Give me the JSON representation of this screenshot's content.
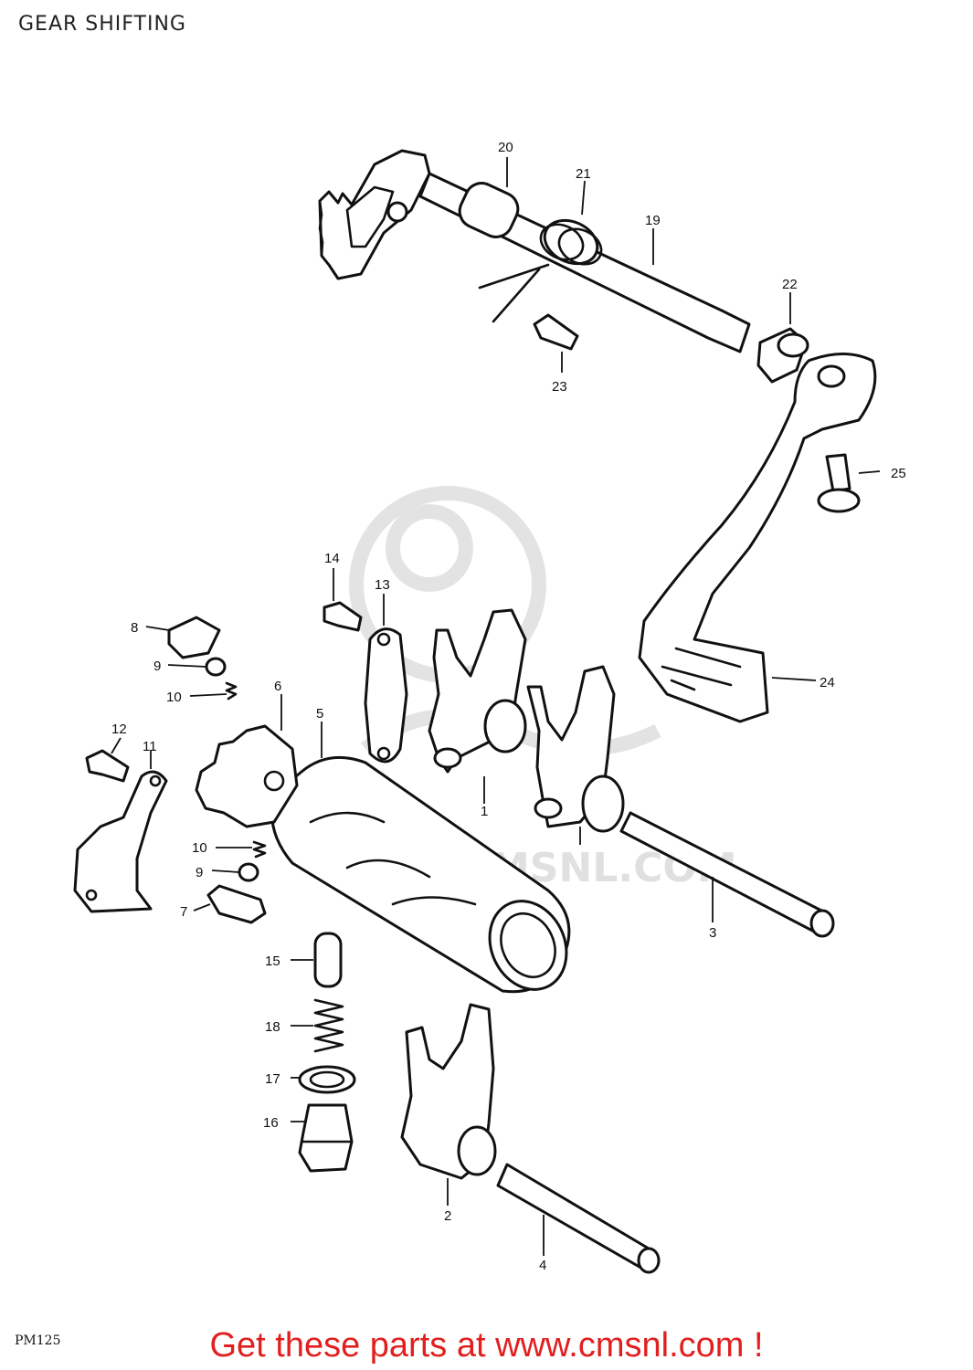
{
  "title": "GEAR SHIFTING",
  "diagram_code": "PM125",
  "watermark": "WWW.CMSNL.COM",
  "footer": "Get these parts at www.cmsnl.com !",
  "labels": [
    "1",
    "2",
    "3",
    "4",
    "5",
    "6",
    "7",
    "8",
    "9",
    "10",
    "11",
    "12",
    "13",
    "14",
    "15",
    "16",
    "17",
    "18",
    "19",
    "20",
    "21",
    "22",
    "23",
    "24",
    "25",
    "9",
    "10"
  ]
}
